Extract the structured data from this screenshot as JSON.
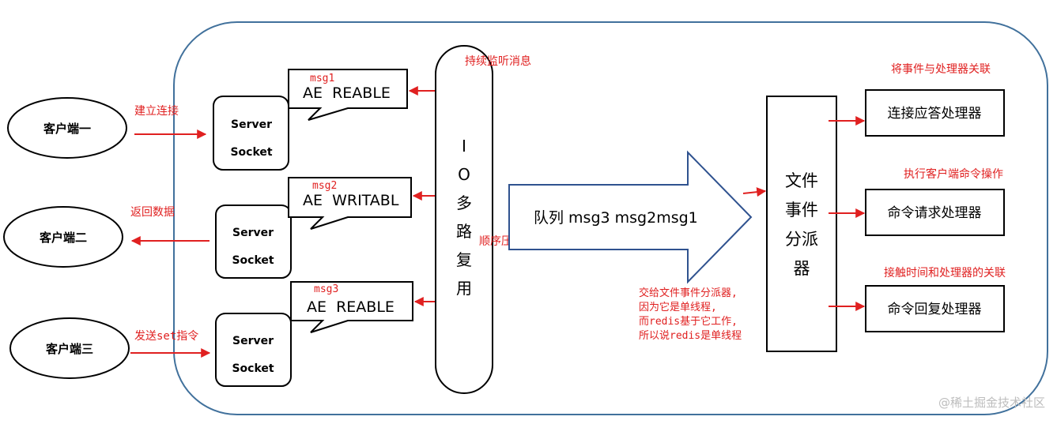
{
  "clients": [
    {
      "label": "客户端一",
      "edge_label": "建立连接"
    },
    {
      "label": "客户端二",
      "edge_label": "返回数据"
    },
    {
      "label": "客户端三",
      "edge_label": "发送set指令"
    }
  ],
  "sockets": [
    {
      "line1": "Server",
      "line2": "Socket",
      "msg": "msg1",
      "event": "AE  REABLE"
    },
    {
      "line1": "Server",
      "line2": "Socket",
      "msg": "msg2",
      "event": "AE  WRITABL"
    },
    {
      "line1": "Server",
      "line2": "Socket",
      "msg": "msg3",
      "event": "AE  REABLE"
    }
  ],
  "io_mux": {
    "chars": [
      "I",
      "O",
      "多",
      "路",
      "复",
      "用"
    ],
    "listen_note": "持续监听消息",
    "order_note": "顺序压入队列"
  },
  "queue": {
    "label": "队列 msg3 msg2msg1"
  },
  "dispatcher": {
    "chars": [
      "文件",
      "事件",
      "分派",
      "器"
    ],
    "notes": [
      "交给文件事件分派器,",
      "因为它是单线程,",
      "而redis基于它工作,",
      "所以说redis是单线程"
    ]
  },
  "handlers": [
    {
      "label": "连接应答处理器",
      "note": "将事件与处理器关联"
    },
    {
      "label": "命令请求处理器",
      "note": "执行客户端命令操作"
    },
    {
      "label": "命令回复处理器",
      "note": "接触时间和处理器的关联"
    }
  ],
  "watermark": "@稀土掘金技术社区",
  "colors": {
    "arrow": "#e02020",
    "outline": "#000000",
    "container": "#41719c",
    "queue_outline": "#2f528f"
  }
}
